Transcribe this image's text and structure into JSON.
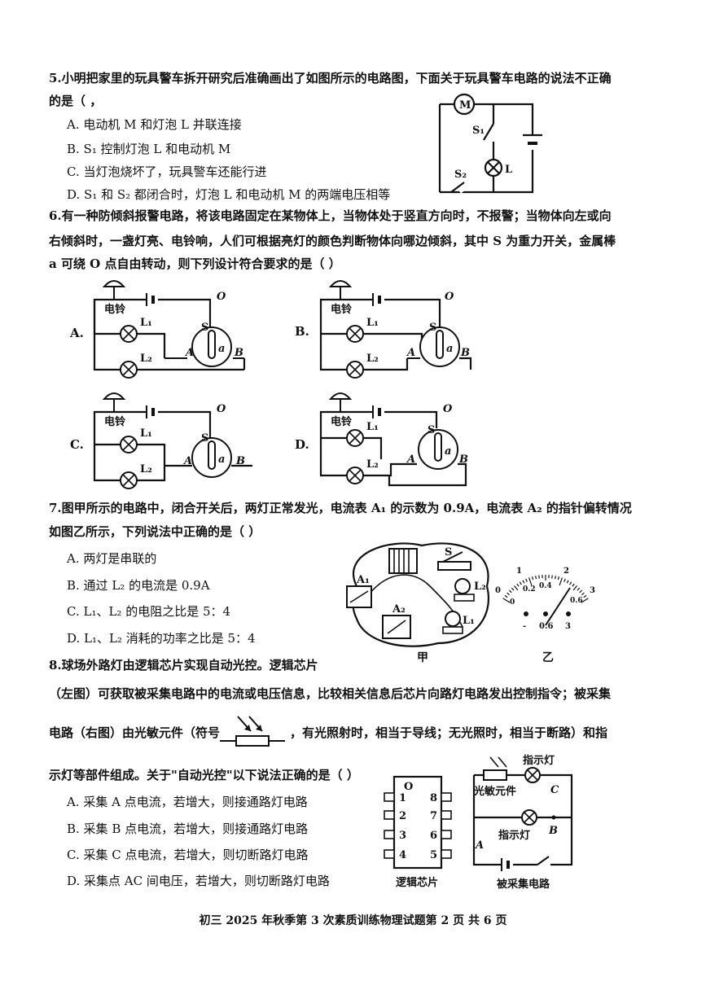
{
  "q5": {
    "stem_1": "5.小明把家里的玩具警车拆开研究后准确画出了如图所示的电路图，下面关于玩具警车电路的说法不正确",
    "stem_2": "的是（       ，",
    "options": [
      "A. 电动机 M 和灯泡 L 并联连接",
      "B. S₁ 控制灯泡 L 和电动机 M",
      "C. 当灯泡烧坏了，玩具警车还能行进",
      "D. S₁ 和 S₂ 都闭合时，灯泡 L 和电动机 M 的两端电压相等"
    ],
    "figure": {
      "motor": "M",
      "switch1": "S₁",
      "switch2": "S₂",
      "lamp": "L"
    }
  },
  "q6": {
    "stem_1": "6.有一种防倾斜报警电路，将该电路固定在某物体上，当物体处于竖直方向时，不报警；当物体向左或向",
    "stem_2": "右倾斜时，一盏灯亮、电铃响，人们可根据亮灯的颜色判断物体向哪边倾斜，其中 S 为重力开关，金属棒",
    "stem_3": "a 可绕 O 点自由转动，则下列设计符合要求的是（        ）",
    "options": [
      "A.",
      "B.",
      "C.",
      "D."
    ],
    "figure": {
      "bell": "电铃",
      "L1": "L₁",
      "L2": "L₂",
      "S": "S",
      "O": "O",
      "a": "a",
      "A": "A",
      "B": "B"
    }
  },
  "q7": {
    "stem_1": "7.图甲所示的电路中，闭合开关后，两灯正常发光，电流表 A₁ 的示数为 0.9A，电流表 A₂ 的指针偏转情况",
    "stem_2": "如图乙所示，下列说法中正确的是（        ）",
    "options": [
      "A. 两灯是串联的",
      "B. 通过 L₂ 的电流是 0.9A",
      "C. L₁、L₂ 的电阻之比是 5：4",
      "D. L₁、L₂ 消耗的功率之比是 5：4"
    ],
    "figure": {
      "caption_left": "甲",
      "caption_right": "乙",
      "A1": "A₁",
      "A2": "A₂",
      "S": "S",
      "L1": "L₁",
      "L2": "L₂",
      "scale_top": [
        "0",
        "1",
        "2",
        "3"
      ],
      "scale_bottom": [
        "0",
        "0.2",
        "0.4",
        "0.6"
      ],
      "terminals": [
        "-",
        "0.6",
        "3"
      ]
    }
  },
  "q8": {
    "stem_1": "8.球场外路灯由逻辑芯片实现自动光控。逻辑芯片",
    "stem_2": "（左图）可获取被采集电路中的电流或电压信息，比较相关信息后芯片向路灯电路发出控制指令；被采集",
    "stem_3a": "电路（右图）由光敏元件（符号",
    "stem_3b": "，有光照射时，相当于导线；无光照时，相当于断路）和指",
    "stem_4": "示灯等部件组成。关于\"自动光控\"以下说法正确的是（       ）",
    "options": [
      "A. 采集 A 点电流，若增大，则接通路灯电路",
      "B. 采集 B 点电流，若增大，则接通路灯电路",
      "C. 采集 C 点电流，若增大，则切断路灯电路",
      "D. 采集点 AC 间电压，若增大，则切断路灯电路"
    ],
    "chip": {
      "caption": "逻辑芯片",
      "notch": "O",
      "pins_left": [
        "1",
        "2",
        "3",
        "4"
      ],
      "pins_right": [
        "8",
        "7",
        "6",
        "5"
      ]
    },
    "circuit": {
      "caption": "被采集电路",
      "sensor": "光敏元件",
      "lamp_top": "指示灯",
      "lamp_mid": "指示灯",
      "A": "A",
      "B": "B",
      "C": "C"
    }
  },
  "footer": "初三 2025 年秋季第 3 次素质训练物理试题第 2 页 共 6 页"
}
